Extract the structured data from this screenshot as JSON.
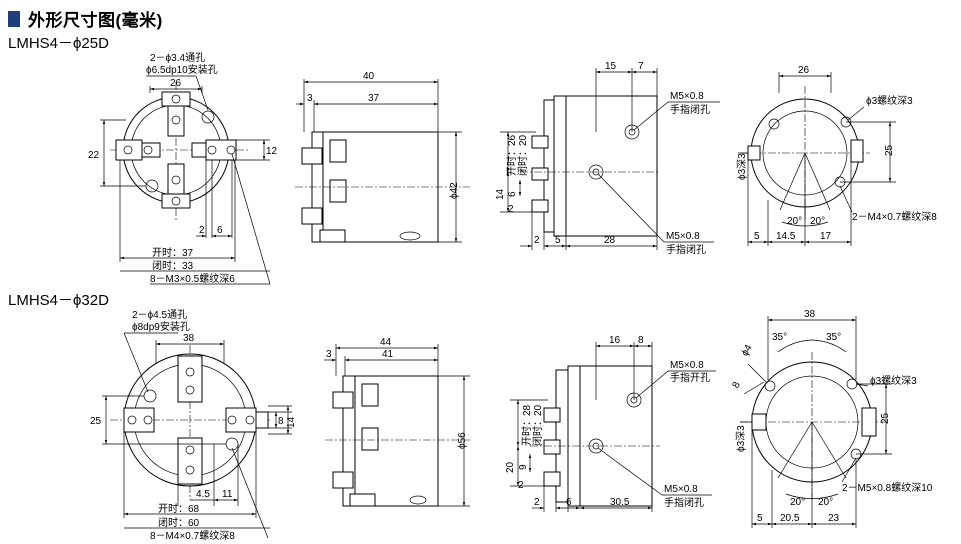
{
  "title": "外形尺寸图(毫米)",
  "models": [
    "LMHS4－ϕ25D",
    "LMHS4－ϕ32D"
  ],
  "labels": {
    "a": [
      "2－ϕ3.4通孔",
      "ϕ6.5dp10安装孔",
      "26",
      "22",
      "12",
      "2",
      "6",
      "开时：37",
      "闭时：33",
      "8－M3×0.5螺纹深6"
    ],
    "b": [
      "40",
      "3",
      "37",
      "ϕ42"
    ],
    "c": [
      "15",
      "7",
      "M5×0.8",
      "手指闭孔",
      "开时：26",
      "闭时：20",
      "14",
      "6",
      "2",
      "2",
      "5",
      "28",
      "M5×0.8",
      "手指闭孔"
    ],
    "d": [
      "26",
      "ϕ3螺纹深3",
      "25",
      "ϕ3深3",
      "20°",
      "20°",
      "2－M4×0.7螺纹深8",
      "5",
      "14.5",
      "17"
    ],
    "e": [
      "2－ϕ4.5通孔",
      "ϕ8dp9安装孔",
      "38",
      "25",
      "8",
      "14",
      "4.5",
      "11",
      "开时：68",
      "闭时：60",
      "8－M4×0.7螺纹深8"
    ],
    "f": [
      "44",
      "3",
      "41",
      "ϕ56"
    ],
    "g": [
      "16",
      "8",
      "M5×0.8",
      "手指开孔",
      "开时：28",
      "闭时：20",
      "20",
      "9",
      "2",
      "2",
      "6",
      "30.5",
      "M5×0.8",
      "手指闭孔"
    ],
    "h": [
      "38",
      "ϕ4",
      "35°",
      "35°",
      "8",
      "ϕ3螺纹深3",
      "25",
      "ϕ3深3",
      "20°",
      "20°",
      "2－M5×0.8螺纹深10",
      "5",
      "20.5",
      "23"
    ]
  }
}
